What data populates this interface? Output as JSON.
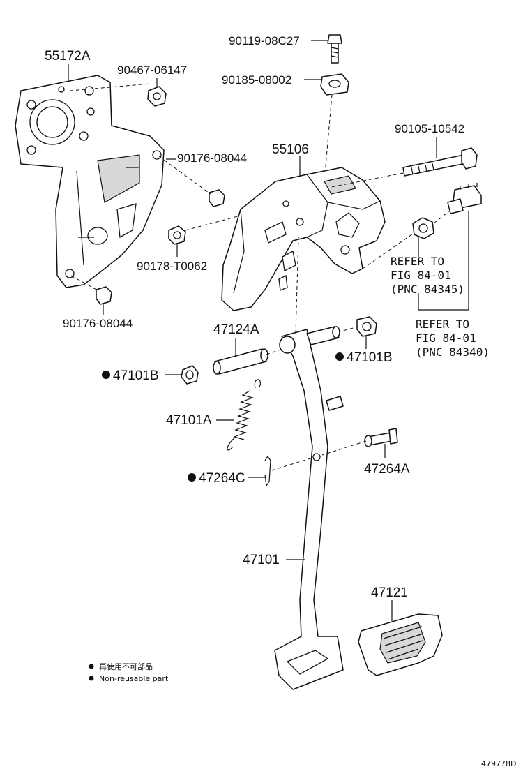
{
  "parts": {
    "bracket_55172a": "55172A",
    "nut_90467": "90467-06147",
    "bolt_90119": "90119-08C27",
    "nut_90185": "90185-08002",
    "bolt_90105": "90105-10542",
    "support_55106": "55106",
    "nut_90176_upper": "90176-08044",
    "nut_90178": "90178-T0062",
    "nut_90176_lower": "90176-08044",
    "collar_47124a": "47124A",
    "bushing_47101b_left": "47101B",
    "bushing_47101b_right": "47101B",
    "spring_47101a": "47101A",
    "clip_47264c": "47264C",
    "pin_47264a": "47264A",
    "pedal_47101": "47101",
    "pad_47121": "47121"
  },
  "refer_1": {
    "line1": "REFER TO",
    "line2": "FIG 84-01",
    "line3": "(PNC 84345)"
  },
  "refer_2": {
    "line1": "REFER TO",
    "line2": "FIG 84-01",
    "line3": "(PNC 84340)"
  },
  "legend": {
    "line_jp": "再使用不可部品",
    "line_en": "Non-reusable part"
  },
  "drawing_number": "479778D",
  "colors": {
    "ink": "#111111",
    "background": "#ffffff"
  },
  "icons": {
    "non_reusable_marker": "filled-circle"
  }
}
